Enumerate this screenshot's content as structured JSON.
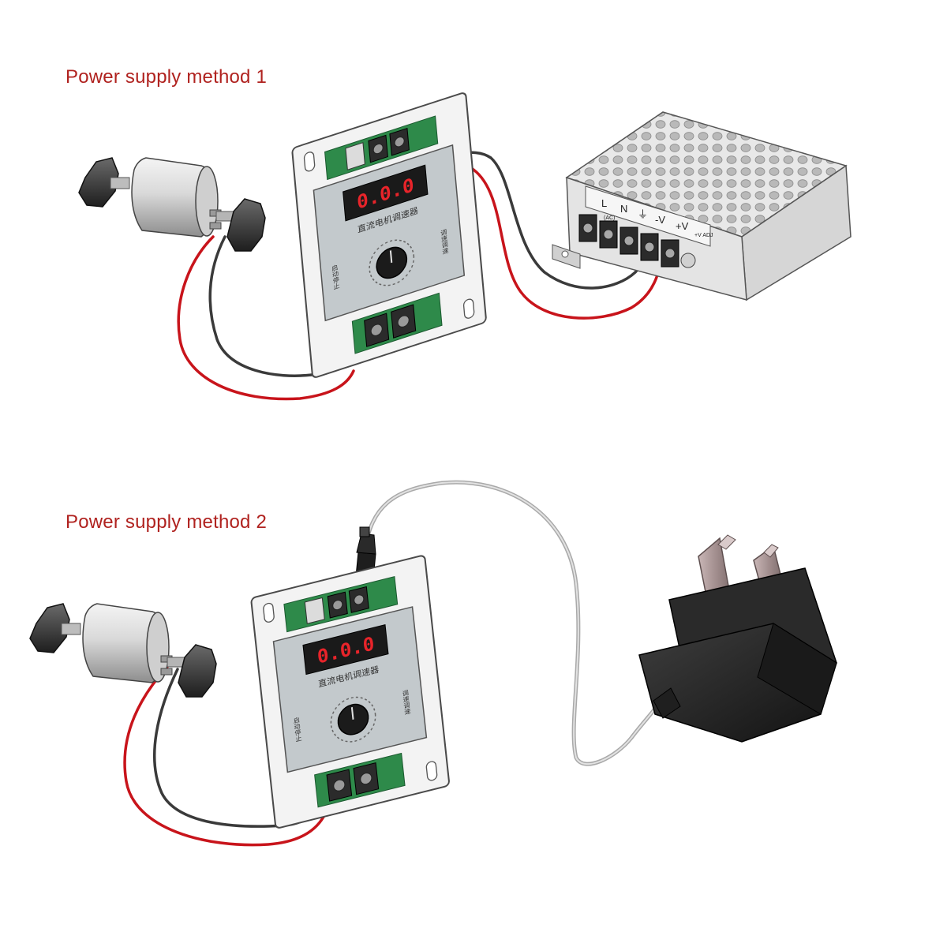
{
  "methods": [
    {
      "label": "Power supply method 1",
      "supply": "switching-power-supply"
    },
    {
      "label": "Power supply method 2",
      "supply": "wall-plug-adapter"
    }
  ],
  "controller": {
    "display": "0.0.0",
    "title_cn": "直流电机调速器",
    "side_left_cn": "启动停止",
    "side_right_cn": "调速调速"
  },
  "psu": {
    "terminal_labels": [
      "L",
      "N",
      "⏚",
      "-V",
      "+V"
    ],
    "ac_note": "(AC)",
    "adj_note": "+V ADJ"
  },
  "colors": {
    "label": "#b0221f",
    "wire_red": "#c8141b",
    "wire_black": "#3a3a3a",
    "lcd_digits": "#e8242a"
  }
}
